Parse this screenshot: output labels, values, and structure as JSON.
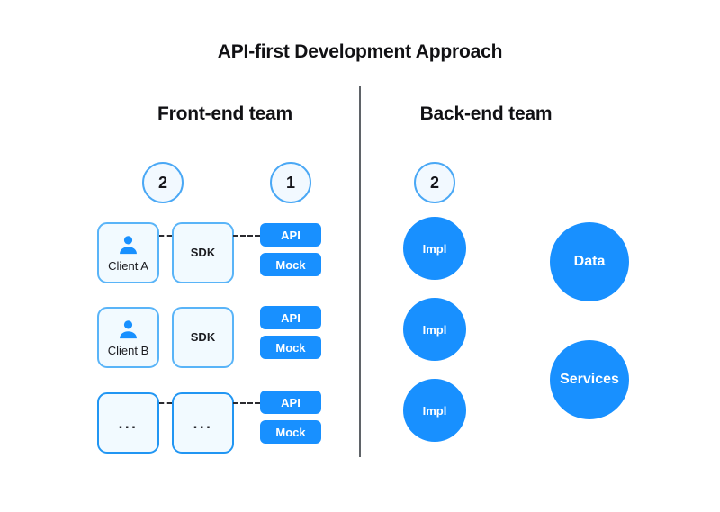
{
  "diagram": {
    "title": "API-first Development Approach",
    "divider": {
      "name": "team-divider"
    },
    "teams": {
      "front": {
        "heading": "Front-end team"
      },
      "back": {
        "heading": "Back-end team"
      }
    },
    "step_badges": [
      {
        "label": "2",
        "column": "client"
      },
      {
        "label": "1",
        "column": "api"
      },
      {
        "label": "2",
        "column": "impl"
      }
    ],
    "front_rows": [
      {
        "client": {
          "label": "Client A",
          "icon": "user-icon",
          "kind": "client"
        },
        "sdk": {
          "label": "SDK",
          "kind": "sdk"
        },
        "api": {
          "label": "API"
        },
        "mock": {
          "label": "Mock"
        },
        "connectors": true
      },
      {
        "client": {
          "label": "Client B",
          "icon": "user-icon",
          "kind": "client"
        },
        "sdk": {
          "label": "SDK",
          "kind": "sdk"
        },
        "api": {
          "label": "API"
        },
        "mock": {
          "label": "Mock"
        },
        "connectors": false
      },
      {
        "client": {
          "label": "...",
          "icon": "",
          "kind": "ellipsis"
        },
        "sdk": {
          "label": "...",
          "kind": "ellipsis"
        },
        "api": {
          "label": "API"
        },
        "mock": {
          "label": "Mock"
        },
        "connectors": true
      }
    ],
    "back_impl": [
      {
        "label": "Impl"
      },
      {
        "label": "Impl"
      },
      {
        "label": "Impl"
      }
    ],
    "back_services": [
      {
        "label": "Data"
      },
      {
        "label": "Services"
      }
    ],
    "colors": {
      "accent_blue": "#1890ff",
      "light_blue_fill": "#f2faff",
      "border_blue": "#59b4f8",
      "divider_gray": "#5f6368",
      "text_dark": "#111114"
    }
  }
}
